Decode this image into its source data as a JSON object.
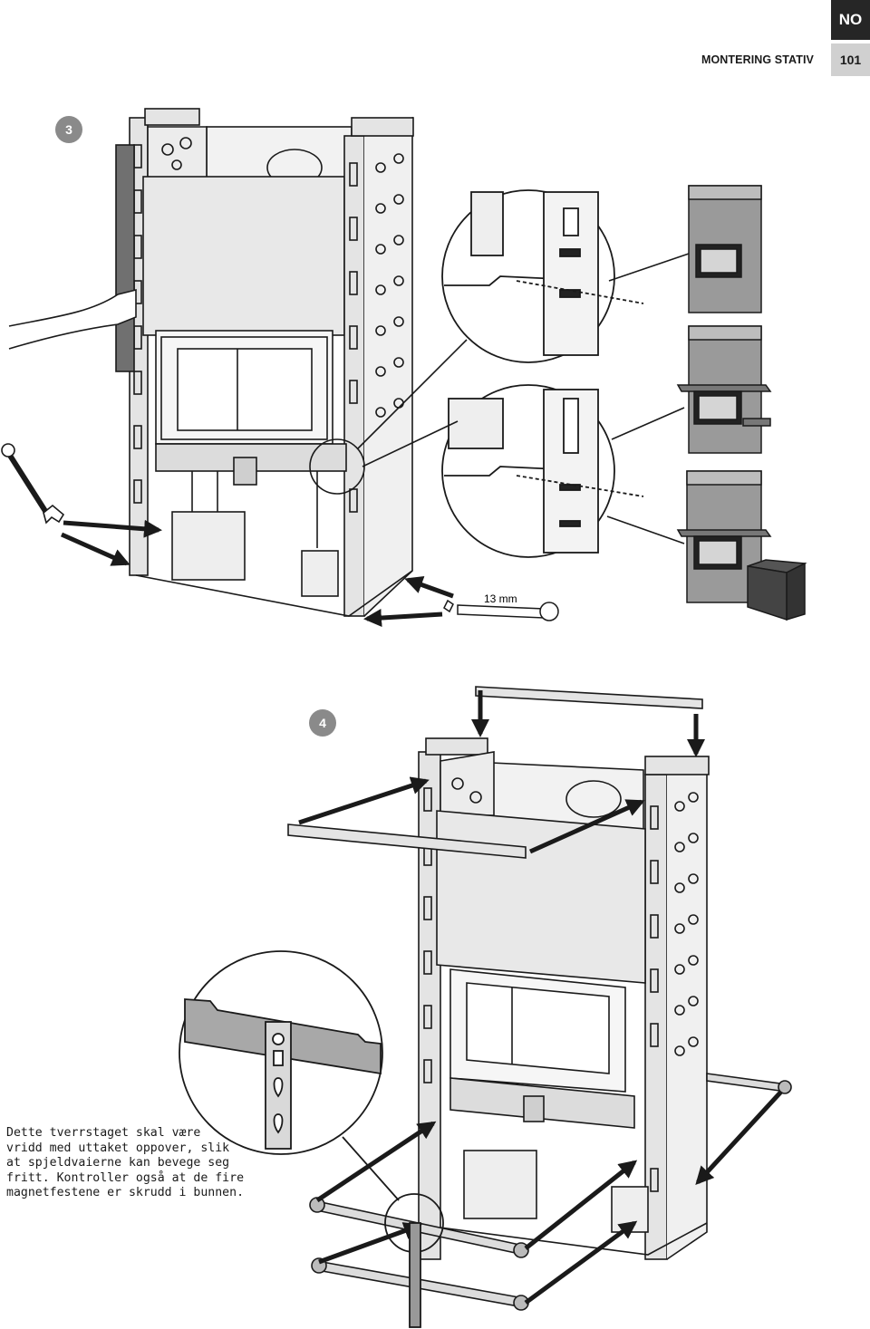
{
  "header": {
    "language_tab": "NO",
    "section_title": "MONTERING STATIV",
    "page_number": "101"
  },
  "steps": [
    {
      "number": "3"
    },
    {
      "number": "4"
    }
  ],
  "illustration_3": {
    "wrench_size_label": "13 mm"
  },
  "caption": {
    "lines": [
      "Dette tverrstaget skal være",
      "vridd med uttaket oppover, slik",
      "at spjeldvaierne kan bevege seg",
      "fritt. Kontroller også at de fire",
      "magnetfestene er skrudd i bunnen."
    ]
  },
  "colors": {
    "tab_dark": "#262626",
    "page_grey": "#d0d0d0",
    "step_badge": "#8a8a8a",
    "line_art": "#1a1a1a",
    "metal_fill": "#d9d9d9",
    "panel_fill": "#e8e8e8"
  }
}
